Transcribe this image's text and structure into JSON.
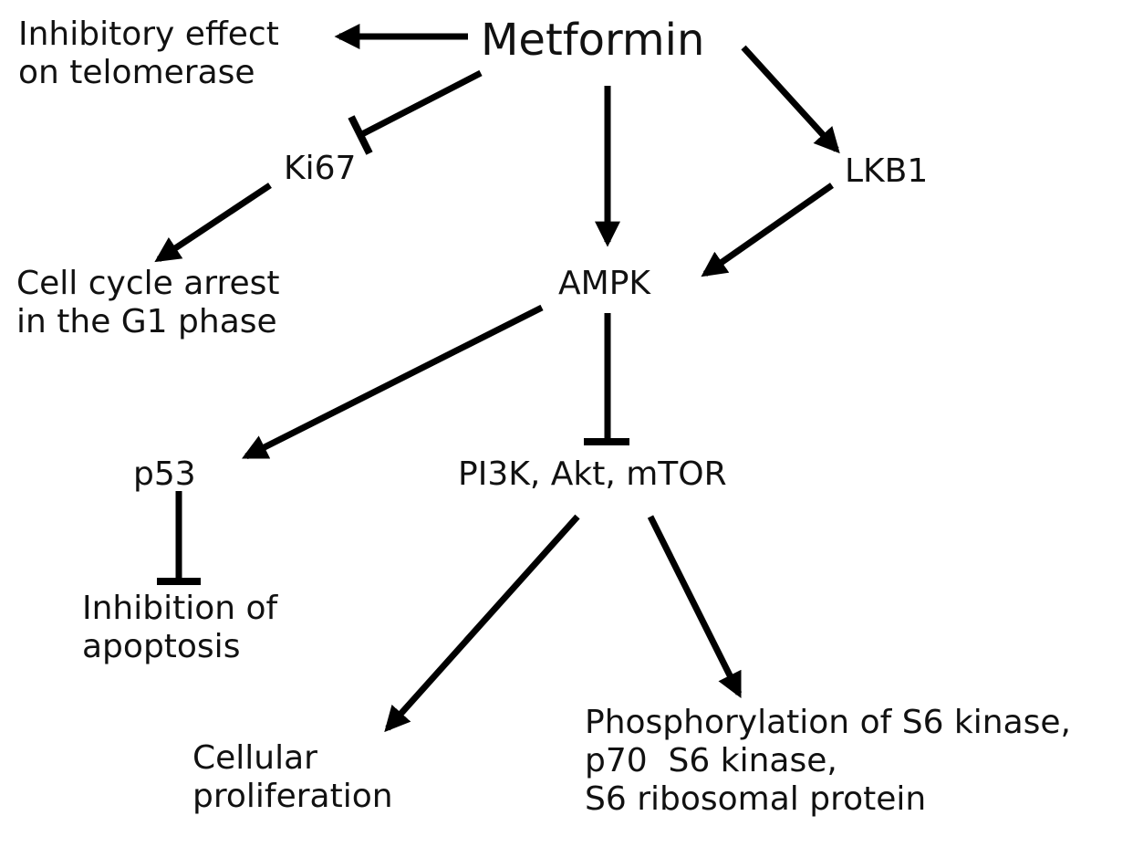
{
  "nodes": {
    "metformin": "Metformin",
    "telomerase": [
      "Inhibitory effect",
      "on telomerase"
    ],
    "ki67": "Ki67",
    "lkb1": "LKB1",
    "cell_cycle": [
      "Cell cycle arrest",
      "in the G1 phase"
    ],
    "ampk": "AMPK",
    "p53": "p53",
    "pi3k": "PI3K, Akt, mTOR",
    "apoptosis": [
      "Inhibition of",
      "apoptosis"
    ],
    "proliferation": [
      "Cellular",
      "proliferation"
    ],
    "phosphorylation": [
      "Phosphorylation of S6 kinase,",
      "p70  S6 kinase,",
      "S6 ribosomal protein"
    ]
  },
  "edges": [
    {
      "from": "Metformin",
      "to": "Inhibitory effect on telomerase",
      "type": "activation"
    },
    {
      "from": "Metformin",
      "to": "Ki67",
      "type": "inhibition"
    },
    {
      "from": "Metformin",
      "to": "AMPK",
      "type": "activation"
    },
    {
      "from": "Metformin",
      "to": "LKB1",
      "type": "activation"
    },
    {
      "from": "Ki67",
      "to": "Cell cycle arrest in the G1 phase",
      "type": "activation"
    },
    {
      "from": "LKB1",
      "to": "AMPK",
      "type": "activation"
    },
    {
      "from": "AMPK",
      "to": "p53",
      "type": "activation"
    },
    {
      "from": "AMPK",
      "to": "PI3K, Akt, mTOR",
      "type": "inhibition"
    },
    {
      "from": "p53",
      "to": "Inhibition of apoptosis",
      "type": "inhibition"
    },
    {
      "from": "PI3K, Akt, mTOR",
      "to": "Cellular proliferation",
      "type": "activation"
    },
    {
      "from": "PI3K, Akt, mTOR",
      "to": "Phosphorylation of S6 kinase, p70 S6 kinase, S6 ribosomal protein",
      "type": "activation"
    }
  ]
}
